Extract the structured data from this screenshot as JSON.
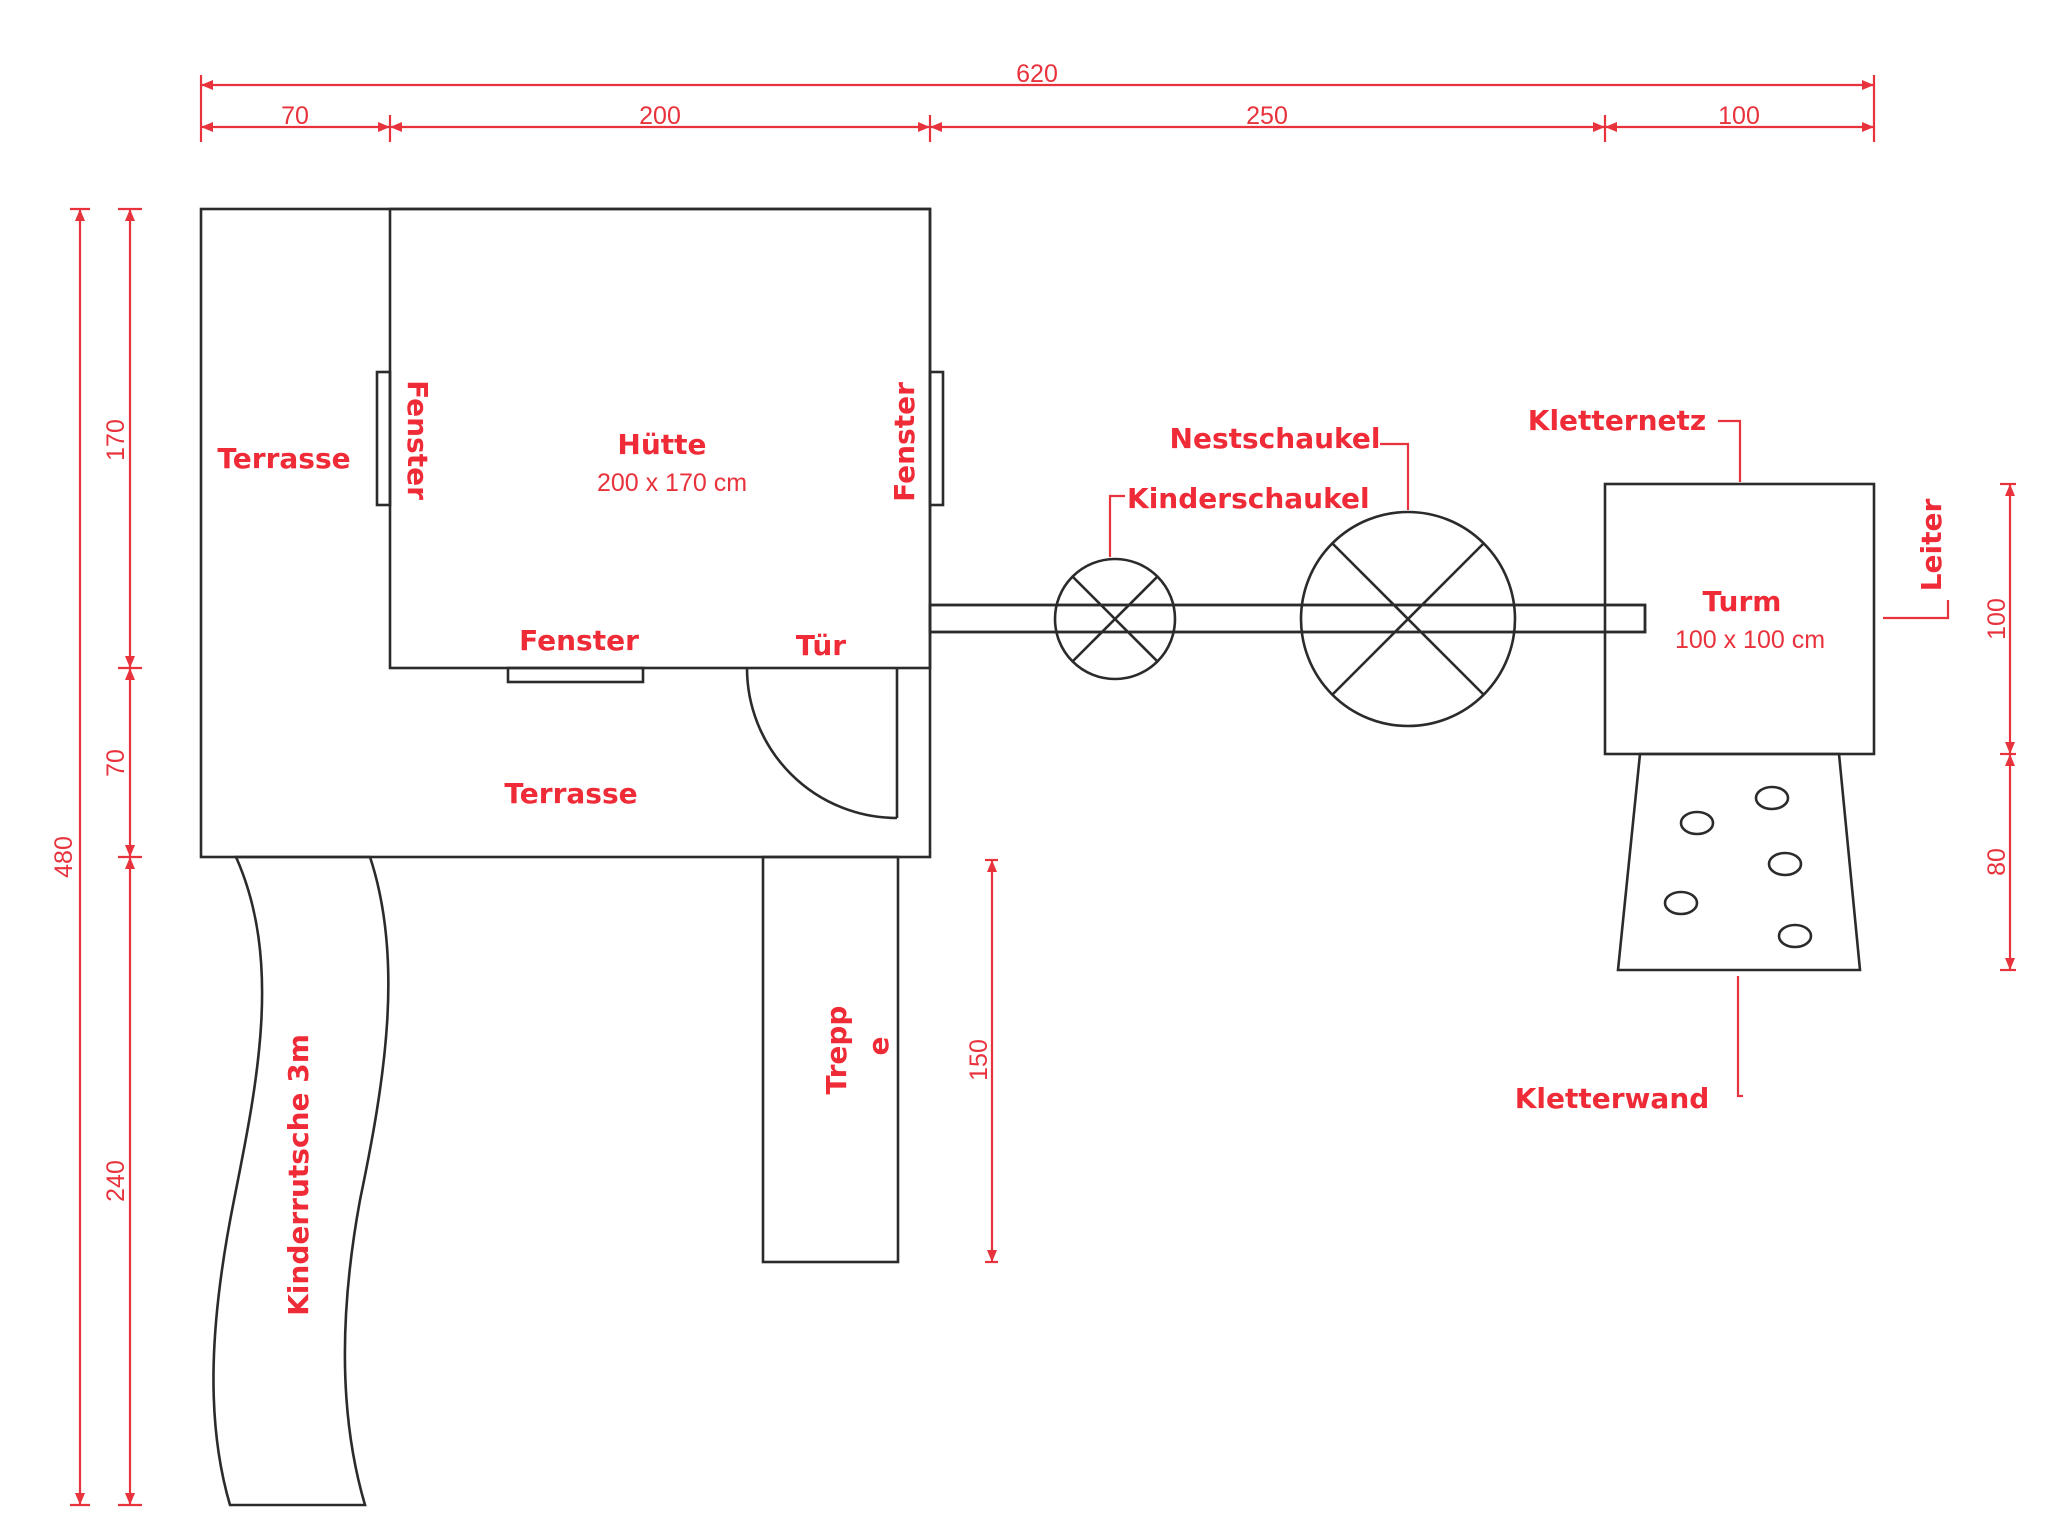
{
  "colors": {
    "annotation": "#ef2b37",
    "line": "#2b2b2b",
    "background": "#ffffff"
  },
  "dimensions": {
    "total_width": "620",
    "seg_terrace_left": "70",
    "seg_hut": "200",
    "seg_swing": "250",
    "seg_tower": "100",
    "total_height": "480",
    "h_hut": "170",
    "h_terrace": "70",
    "h_slide": "240",
    "stairs_length": "150",
    "tower_height": "100",
    "wall_height": "80"
  },
  "labels": {
    "terrace_left": "Terrasse",
    "terrace_bottom": "Terrasse",
    "hut_title": "Hütte",
    "hut_size": "200 x 170 cm",
    "window_left": "Fenster",
    "window_right": "Fenster",
    "window_bottom": "Fenster",
    "door": "Tür",
    "stairs_line1": "Trepp",
    "stairs_line2": "e",
    "slide": "Kinderrutsche 3m",
    "nest_swing": "Nestschaukel",
    "kids_swing": "Kinderschaukel",
    "climbing_net": "Kletternetz",
    "tower_title": "Turm",
    "tower_size": "100 x 100 cm",
    "ladder": "Leiter",
    "climbing_wall": "Kletterwand"
  }
}
